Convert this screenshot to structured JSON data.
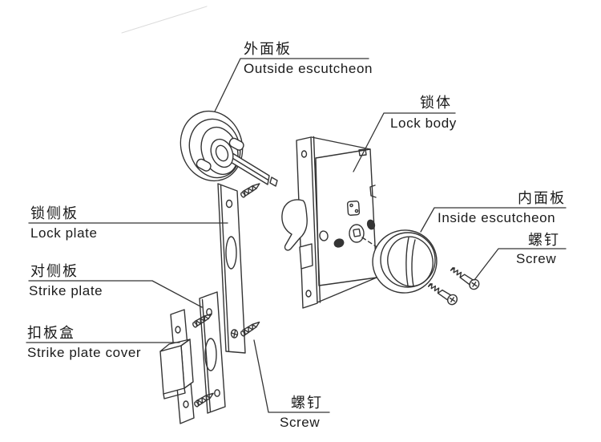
{
  "diagram": {
    "type": "exploded-parts-diagram",
    "labels": {
      "outside_escutcheon": {
        "zh": "外面板",
        "en": "Outside escutcheon"
      },
      "lock_body": {
        "zh": "锁体",
        "en": "Lock body"
      },
      "inside_escutcheon": {
        "zh": "内面板",
        "en": "Inside escutcheon"
      },
      "screw_right": {
        "zh": "螺钉",
        "en": "Screw"
      },
      "lock_plate": {
        "zh": "锁侧板",
        "en": "Lock plate"
      },
      "strike_plate": {
        "zh": "对侧板",
        "en": "Strike plate"
      },
      "strike_plate_cover": {
        "zh": "扣板盒",
        "en": "Strike plate cover"
      },
      "screw_bottom": {
        "zh": "螺钉",
        "en": "Screw"
      }
    },
    "colors": {
      "background": "#ffffff",
      "line": "#343434",
      "text": "#1b1b1b"
    }
  }
}
